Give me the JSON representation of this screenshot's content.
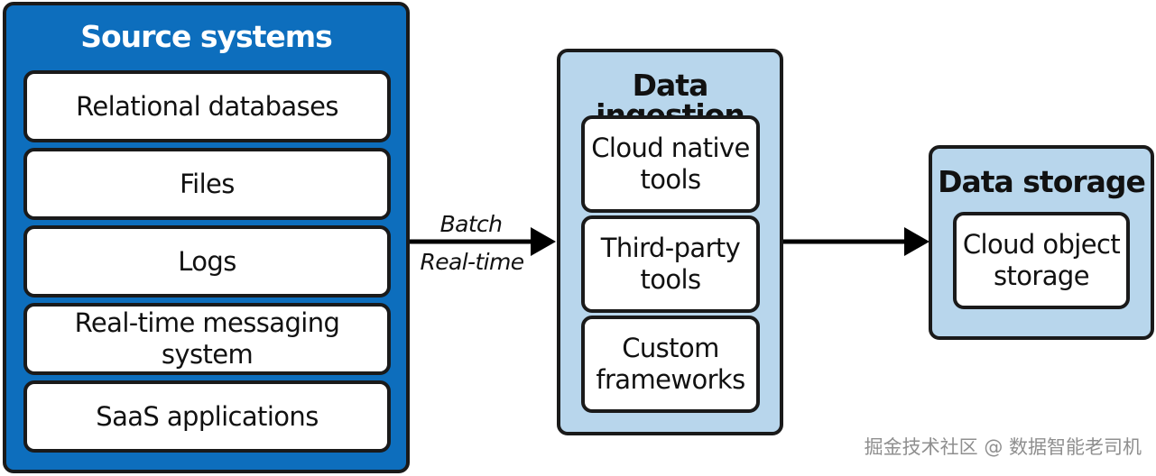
{
  "source": {
    "title": "Source systems",
    "items": [
      "Relational databases",
      "Files",
      "Logs",
      "Real-time messaging system",
      "SaaS applications"
    ]
  },
  "ingestion": {
    "title": "Data ingestion",
    "items": [
      "Cloud native\ntools",
      "Third-party\ntools",
      "Custom\nframeworks"
    ]
  },
  "storage": {
    "title": "Data storage",
    "items": [
      "Cloud object\nstorage"
    ]
  },
  "edge": {
    "label_top": "Batch",
    "label_bottom": "Real-time"
  },
  "watermark": "掘金技术社区 @ 数据智能老司机",
  "colors": {
    "source_fill": "#0d6ebd",
    "ingest_fill": "#b8d6ec",
    "outline": "#1a1a1a"
  }
}
